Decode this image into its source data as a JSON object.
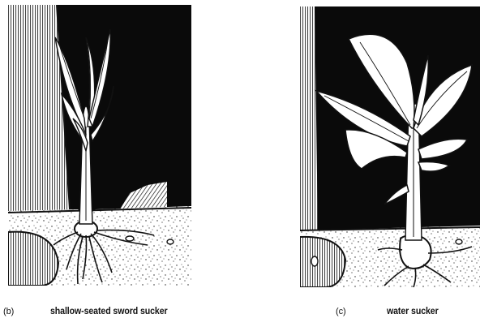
{
  "figure": {
    "panels": [
      {
        "letter": "(b)",
        "label": "shallow-seated sword sucker"
      },
      {
        "letter": "(c)",
        "label": "water sucker"
      }
    ]
  }
}
